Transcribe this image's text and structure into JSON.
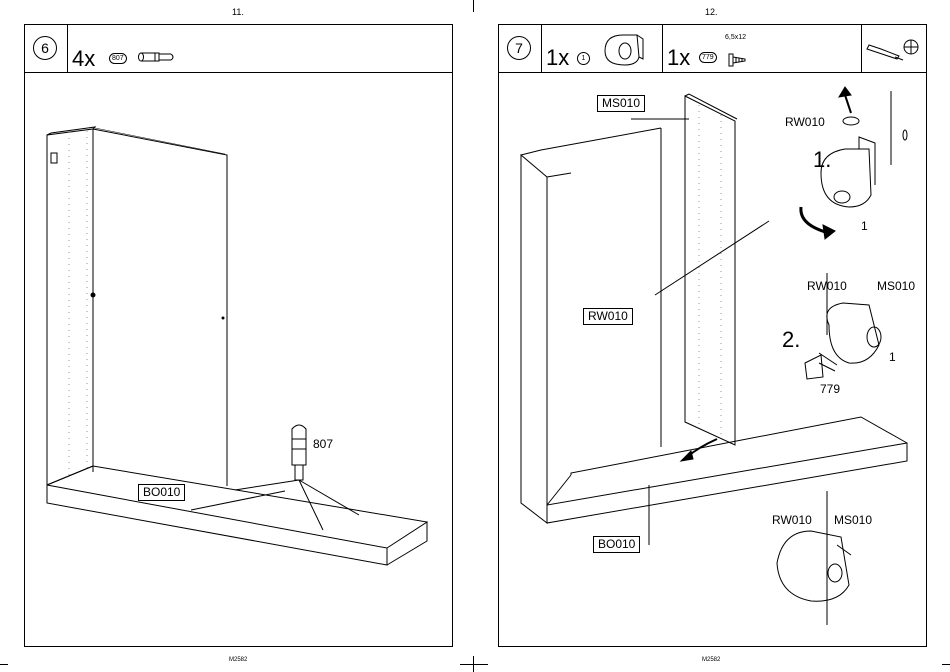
{
  "pages": {
    "left_number": "11.",
    "right_number": "12.",
    "left_footer": "M2582",
    "right_footer": "M2582"
  },
  "step6": {
    "step": "6",
    "qty": "4x",
    "part_badge": "807",
    "part_icon": "dowel-icon",
    "labels": {
      "dowel": "807",
      "bottom": "BO010"
    }
  },
  "step7": {
    "step": "7",
    "qty1": "1x",
    "part1_badge": "1",
    "part1_icon": "connector-clip-icon",
    "qty2": "1x",
    "part2_badge": "779",
    "part2_size": "6,5x12",
    "part2_icon": "screw-icon",
    "tools_icon": "screwdriver-icon",
    "labels": {
      "divider_panel": "MS010",
      "side_panel": "RW010",
      "bottom": "BO010",
      "detail1_rw": "RW010",
      "detail1_step": "1.",
      "detail1_part": "1",
      "detail2_rw": "RW010",
      "detail2_ms": "MS010",
      "detail2_step": "2.",
      "detail2_part": "1",
      "detail2_screw": "779",
      "detail3_rw": "RW010",
      "detail3_ms": "MS010"
    }
  }
}
